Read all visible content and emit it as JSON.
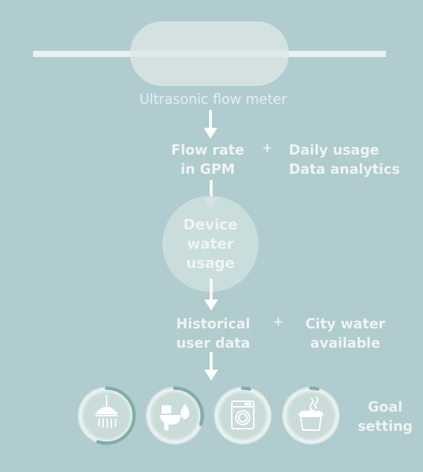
{
  "meter": {
    "label": "Ultrasonic flow meter"
  },
  "row1": {
    "left": [
      "Flow rate",
      "in GPM"
    ],
    "plus": "+",
    "right": [
      "Daily usage",
      "Data analytics"
    ]
  },
  "device": {
    "label": "Device water usage"
  },
  "row2": {
    "left": [
      "Historical",
      "user data"
    ],
    "plus": "+",
    "right": [
      "City water",
      "available"
    ]
  },
  "goal": {
    "lines": [
      "Goal",
      "setting"
    ]
  },
  "icons": [
    {
      "name": "shower-icon",
      "progress": 0.55
    },
    {
      "name": "toilet-icon",
      "progress": 0.3
    },
    {
      "name": "washing-machine-icon",
      "progress": 0.04
    },
    {
      "name": "cooking-pot-icon",
      "progress": 0.04
    }
  ],
  "colors": {
    "background": "#b0cccf",
    "ring": "#7fafa6",
    "icon_fill": "#d6e5e3",
    "text": "#edf3f3"
  }
}
